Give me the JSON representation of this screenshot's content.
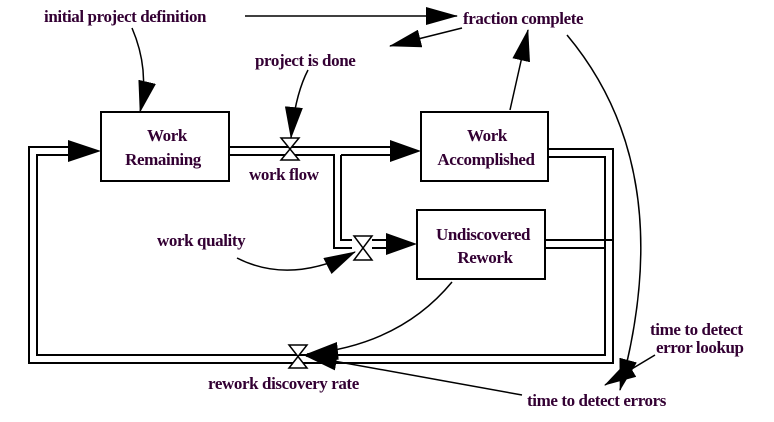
{
  "diagram": {
    "variables": {
      "initial_project_definition": "initial project definition",
      "fraction_complete": "fraction complete",
      "project_is_done": "project is done",
      "work_flow": "work flow",
      "work_quality": "work quality",
      "rework_discovery_rate": "rework discovery  rate",
      "time_to_detect_error_lookup_line1": "time to detect",
      "time_to_detect_error_lookup_line2": "error lookup",
      "time_to_detect_errors": "time to detect errors"
    },
    "stocks": {
      "work_remaining": [
        "Work",
        "Remaining"
      ],
      "work_accomplished": [
        "Work",
        "Accomplished"
      ],
      "undiscovered_rework": [
        "Undiscovered",
        "Rework"
      ]
    },
    "colors": {
      "text": "#330033",
      "line": "#000000"
    }
  }
}
